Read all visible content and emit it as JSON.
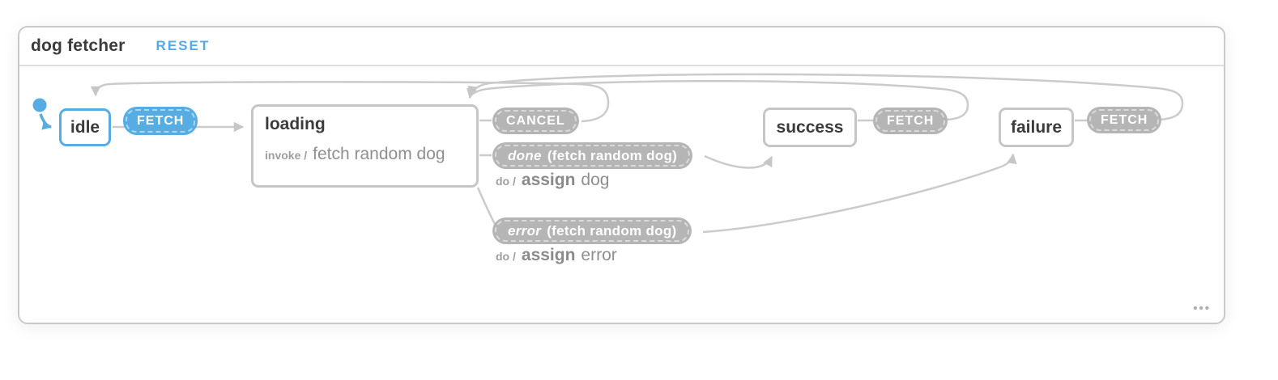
{
  "header": {
    "title": "dog fetcher",
    "reset_label": "RESET"
  },
  "diagram": {
    "states": {
      "idle": {
        "label": "idle",
        "active": true
      },
      "loading": {
        "label": "loading",
        "invoke_keyword": "invoke /",
        "invoke_service": "fetch random dog"
      },
      "success": {
        "label": "success"
      },
      "failure": {
        "label": "failure"
      }
    },
    "events": {
      "fetch_from_idle": {
        "label": "FETCH"
      },
      "cancel": {
        "label": "CANCEL"
      },
      "done": {
        "keyword": "done",
        "service": "(fetch random dog)",
        "action": {
          "keyword": "do /",
          "verb": "assign",
          "target": "dog"
        }
      },
      "error": {
        "keyword": "error",
        "service": "(fetch random dog)",
        "action": {
          "keyword": "do /",
          "verb": "assign",
          "target": "error"
        }
      },
      "fetch_from_success": {
        "label": "FETCH"
      },
      "fetch_from_failure": {
        "label": "FETCH"
      }
    }
  },
  "icons": {
    "more_options": "•••"
  },
  "colors": {
    "accent_blue": "#56ADE4",
    "pill_gray": "#B5B5B5",
    "edge_gray": "#CBCBCB",
    "state_border": "#C6C6C6",
    "title_text": "#3B3B3B",
    "muted_text": "#8F8F8F"
  }
}
